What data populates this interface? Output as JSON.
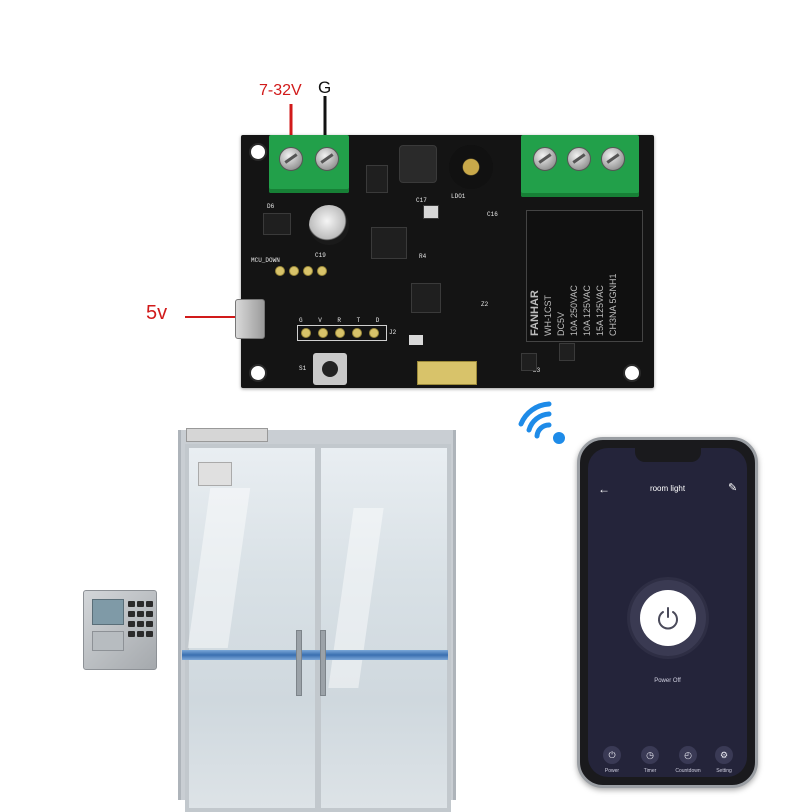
{
  "labels": {
    "voltage": "7-32V",
    "ground": "G",
    "usb_input": "5v"
  },
  "pcb": {
    "silkscreen": {
      "mcu_down": "MCU_DOWN",
      "c19": "C19",
      "c17": "C17",
      "c16": "C16",
      "ldo1": "LDO1",
      "d6": "D6",
      "r4": "R4",
      "s1": "S1",
      "j2": "J2",
      "z2": "Z2",
      "pin_header": "G V R T D",
      "d3": "D3"
    },
    "relay": {
      "brand": "FANHAR",
      "model": "WH-1CST",
      "coil": "DC5V",
      "ratings": [
        "10A 250VAC",
        "10A 125VAC",
        "15A 125VAC",
        "CH3NA 5GNH1"
      ]
    }
  },
  "phone": {
    "title": "room light",
    "status": "Power Off",
    "nav": [
      {
        "label": "Power",
        "icon": "power-icon"
      },
      {
        "label": "Timer",
        "icon": "timer-icon"
      },
      {
        "label": "Countdown",
        "icon": "countdown-icon"
      },
      {
        "label": "Setting",
        "icon": "setting-icon"
      }
    ]
  },
  "colors": {
    "pcb": "#141414",
    "terminal": "#22a04a",
    "label_red": "#d11a1a",
    "wifi_blue": "#1e8be8",
    "phone_bg": "#24243a",
    "door_stripe": "#3a6fb0"
  }
}
